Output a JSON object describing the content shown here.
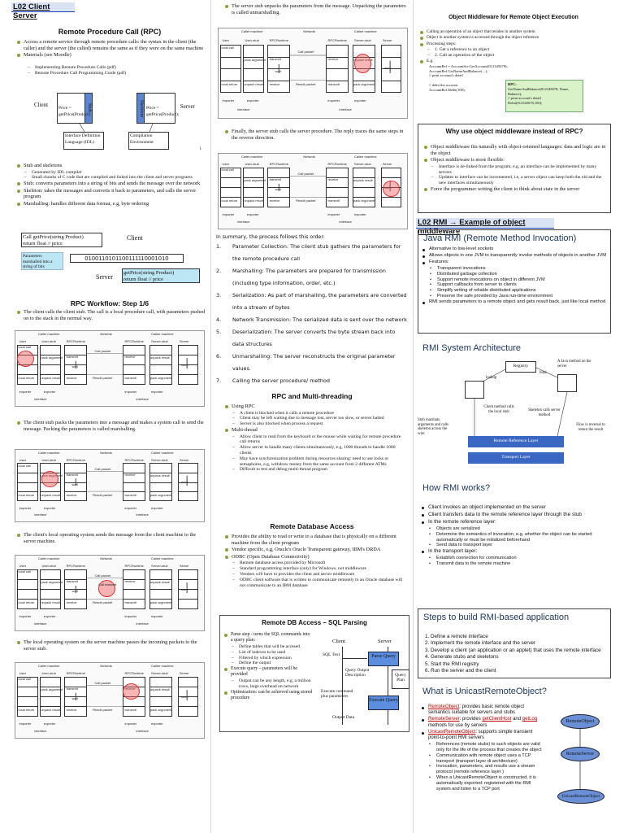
{
  "col1": {
    "section_title": "L02 Client Server",
    "rpc": {
      "title": "Remote Procedure Call (RPC)",
      "b1": "Access a remote service through remote procedure calls: the syntax in the client (the caller) and the server (the called) remains the same as if they were on the same machine",
      "b2": "Materials (see Moodle)",
      "b2_s1": "Implementing Remote Procedure Calls (pdf)",
      "b2_s2": "Remote Procedure Call Programming Guide (pdf)",
      "fig_client": "Client",
      "fig_server": "Server",
      "fig_stub": "Stub",
      "fig_skeleton": "Skeleton",
      "fig_price1": "Price = getPrice(Product)",
      "fig_price2": "Price = getPrice(Product);",
      "fig_idl": "Interface Definition Language (IDL)",
      "fig_compile": "Compilation Environment",
      "fig_page": "1"
    },
    "stubs": {
      "b1": "Stub and skeletons",
      "b1_s1": "Generated by IDL compiler",
      "b1_s2": "Small chunks of C code that are compiled and linked into the client and server programs",
      "b2": "Stub: converts parameters into a string of bits and sends the message over the network",
      "b3": "Skeleton: takes the messages and converts it back to parameters, and calls the server program",
      "b4": "Marshalling: handles different data format, e.g, byte ordering"
    },
    "marshal": {
      "call": "Call getPrice(string Product)",
      "ret": "return float    // price",
      "client": "Client",
      "params": "Parameters marshalled into a string of bits",
      "bits": "0100110101100111110001010",
      "server": "Server",
      "srv_call": "getPrice(string Product)",
      "srv_ret": "return float    // price"
    },
    "workflow": {
      "title": "RPC Workflow: Step 1/6",
      "t1": "The client calls the client stub. The call is a local procedure call, with parameters pushed on to the stack in the normal way.",
      "t2": "The client stub packs the parameters into a message and makes a system call to send the message. Packing the parameters is called marshalling.",
      "t3": "The client's local operating system sends the message from the client machine to the server machine.",
      "t4": "The local operating system on the server machine passes the incoming packets to the server stub."
    },
    "diagram": {
      "caller": "Caller machine",
      "network": "Network",
      "callee": "Callee machine",
      "user": "User",
      "user_stub": "User-stub",
      "rpcruntime": "RPCRuntime",
      "server_stub": "Server-stub",
      "server": "Server",
      "local_call": "local call",
      "local_return": "local return",
      "pack": "pack argument",
      "unpack": "unpack result",
      "transmit": "transmit",
      "receive": "receive",
      "wait": "wait",
      "work": "work",
      "call_packet": "Call packet",
      "result_packet": "Result packet",
      "importer": "importer",
      "exporter": "exporter",
      "interface": "interface",
      "call_xmit": "Call transmit"
    }
  },
  "col2": {
    "t5": "The server stub unpacks the parameters from the message. Unpacking the parameters is called unmarshalling.",
    "t6": "Finally, the server stub calls the server procedure. The reply traces the same steps in the reverse direction.",
    "summary_intro": "In summary, the process follows this order:",
    "summary": [
      {
        "n": "1.",
        "text": "Parameter Collection: The client stub gathers the parameters for the remote procedure call"
      },
      {
        "n": "2.",
        "text": "Marshalling: The parameters are prepared for transmission (including type information, order, etc.)"
      },
      {
        "n": "3.",
        "text": "Serialization: As part of marshalling, the parameters are converted into a stream of bytes"
      },
      {
        "n": "4.",
        "text": "Network Transmission: The serialized data is sent over the network"
      },
      {
        "n": "5.",
        "text": "Deserialization: The server converts the byte stream back into data structures"
      },
      {
        "n": "6.",
        "text": "Unmarshalling: The server reconstructs the original parameter values."
      },
      {
        "n": "7.",
        "text": "Calling the server procedure/ method"
      }
    ],
    "mt": {
      "title": "RPC and Multi-threading",
      "b1": "Using RPC",
      "b1_s": [
        "A client is blocked when it calls a remote procedure",
        "Client may be left waiting due to message lost, server too slow, or server halted",
        "Server is also blocked when process a request"
      ],
      "b2": "Multi-thread",
      "b2_s": [
        "Allow client to read from the keyboard or the mouse while waiting for remote procedure call returns",
        "Allow server to handle many clients simultaneously, e.g, 1000 threads to handle 1000 clients",
        "May have synchronization problem during resources sharing: need to use locks or semaphores, e.g, withdraw money from the same account from 2 different ATMs",
        "Difficult to test and debug multi-thread program"
      ]
    },
    "rda": {
      "title": "Remote Database Access",
      "b1": "Provides the ability to read or write to a database that is physically on a different machine from the client program",
      "b2": "Vendor specific, e.g, Oracle's Oracle Transparent gateway, IBM's DRDA",
      "b3": "ODBC (Open Database Connectivity)",
      "b3_s": [
        "Remote database access provided by Microsoft",
        "Standard programming interface (only) for Windows, not middleware",
        "Vendors will have to provides the client and server middleware",
        "ODBC client software that is written to communicate remotely to an Oracle database will not communicate to an IBM database"
      ]
    },
    "sql": {
      "title": "Remote DB Access – SQL Parsing",
      "b1": "Parse step - turns the SQL commands into a query plan:",
      "b1_s": [
        "Define tables that will be accesed",
        "List of indexes to be used",
        "Filtered by which expression",
        "Define the output"
      ],
      "b2": "Execute query – parameters will be provided",
      "b2_s": [
        "Output can be any length, e.g, a million rows, large overhead on network"
      ],
      "b3": "Optimization: can be achieved using stored procedure",
      "client": "Client",
      "server": "Server",
      "sql_text": "SQL Text",
      "parse_query": "Parse Query",
      "query_plan": "Query Plan",
      "query_output": "Query Output Description",
      "execute_cmd": "Execute command plus parameters",
      "execute_query": "Execute Query",
      "output_data": "Output Data"
    }
  },
  "col3": {
    "om": {
      "title": "Object Middleware for Remote Object Execution",
      "b1": "Calling an operation of an object that resides in another system",
      "b2": "Object in another system is accessed through the object reference",
      "b3": "Processing steps:",
      "b3_s": [
        "1. Get a reference to an object",
        "2. Call an operation of the object"
      ],
      "b4": "E.g.",
      "code1": "AccountRef = AccountSrv.GetAccount(012345678);",
      "code2": "AccountRef.GetNameAndBalance(…);",
      "code3": "// print account's detail",
      "code4": "// debit the account",
      "code5": "AccountRef.Debit(100);",
      "rpc_label": "RPC:",
      "rpc1": "GetNameAndBalance(012345678, Name, Balance);",
      "rpc2": "// print account's detail",
      "rpc3": "Debit(012345678,100);"
    },
    "why": {
      "title": "Why use object middleware instead of RPC?",
      "b1": "Object middleware fits naturally with object-oriented languages: data and logic are in the object",
      "b2": "Object middleware is more flexible:",
      "b2_s": [
        "Interface is de-linked from the program, e.g, an interface can be implemented by many servers",
        "Updates to interface can be incremented, i.e, a server object can keep both the old and the new interfaces simultaneously"
      ],
      "b3": "Force the programmer writing the client to think about state in the server"
    },
    "section_title": "L02 RMI → Example of object middleware",
    "jrmi": {
      "title": "Java RMI (Remote Method Invocation)",
      "b1": "Alternative to low-level sockets",
      "b2": "Allows objects in one JVM to transparently invoke methods of objects in another JVM",
      "b3": "Features:",
      "b3_s": [
        "Transparent invocations",
        "Distributed garbage collection",
        "Support remote invocations on object in different JVM",
        "Support callbacks from server to clients",
        "Simplify writing of reliable distributed applications",
        "Preserve the safe provided by Java run-time environment"
      ],
      "b4": "RMI sends parameters to a remote object and gets result back, just like local method"
    },
    "arch": {
      "title": "RMI System Architecture",
      "registry": "Registry",
      "lookup": "lookup",
      "bind": "bind",
      "java_method": "A Java method on the server",
      "client_method": "Client method calls the local stub",
      "skeleton_calls": "Skeleton calls server method",
      "stub_marshals": "Stub marshals arguments and calls skeleton across the wire",
      "flow_reversal": "Flow is reversal to return the result",
      "rrl": "Remote Reference Layer",
      "tl": "Transport Layer"
    },
    "how": {
      "title": "How RMI works?",
      "b1": "Client invokes an object implemented on the server",
      "b2": "Client transfers data to the remote reference layer through the stub",
      "b3": "In the remote reference layer:",
      "b3_s": [
        "Objects are serialized",
        "Determine the semantics of invocation, e.g, whether the object can be started automatically or must be initialized beforehand",
        "Send data to transport layer"
      ],
      "b4": "In the transport layer:",
      "b4_s": [
        "Establish connection for communication",
        "Transmit data to the remote machine"
      ]
    },
    "steps": {
      "title": "Steps to build RMI-based application",
      "items": [
        "Define a remote interface",
        "Implement the remote interface and the server",
        "Develop a client (an application or an applet) that uses the remote interface",
        "Generate stubs and skeletons",
        "Start the RMI registry",
        "Run the server and the client"
      ]
    },
    "uro": {
      "title": "What is UnicastRemoteObject?",
      "b1_key": "RemoteObject",
      "b1": ": provides basic remote object semantics suitable for servers and stubs",
      "b2_key": "RemoteServer",
      "b2_mid": ": provides ",
      "b2_k2": "getClientHost",
      "b2_and": " and ",
      "b2_k3": "getLog",
      "b2_end": " methods for use by servers",
      "b3_key": "UnicastRemoteObject",
      "b3": ": supports simple transient point-to-point RMI servers",
      "b3_s": [
        "References (remote stubs) to such objects are valid only for the life of the process that creates the object",
        "Communication with remote object uses a TCP transport (transport layer di architecture)",
        "Invocation, parameters, and results use a stream protocol (remote reference layer )",
        "When a UnicastRemoteObject is constructed, it is automatically exported: registered with the RMI system and listen to a TCP port"
      ],
      "node1": "RemoteObject",
      "node2": "RemoteServer",
      "node3": "UnicastRemoteObject"
    }
  }
}
